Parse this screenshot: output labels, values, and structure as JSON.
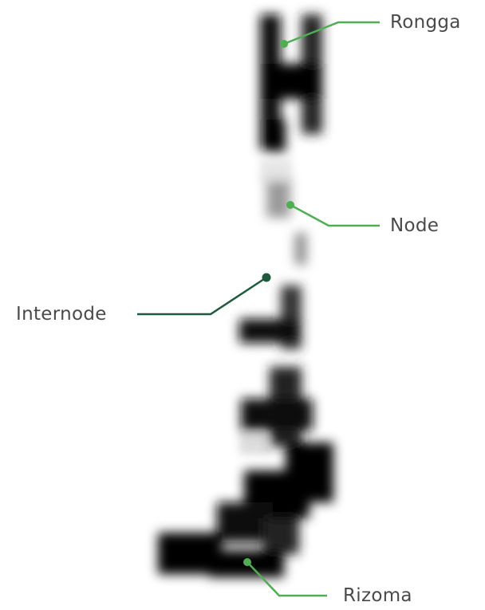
{
  "labels": {
    "rongga": "Rongga",
    "node": "Node",
    "internode": "Internode",
    "rizoma": "Rizoma"
  },
  "colors": {
    "callout_green": "#4fae52",
    "callout_dark_green": "#1d5b3c",
    "label_text": "#4a4a4a",
    "silhouette": "#000000",
    "background": "#ffffff"
  }
}
